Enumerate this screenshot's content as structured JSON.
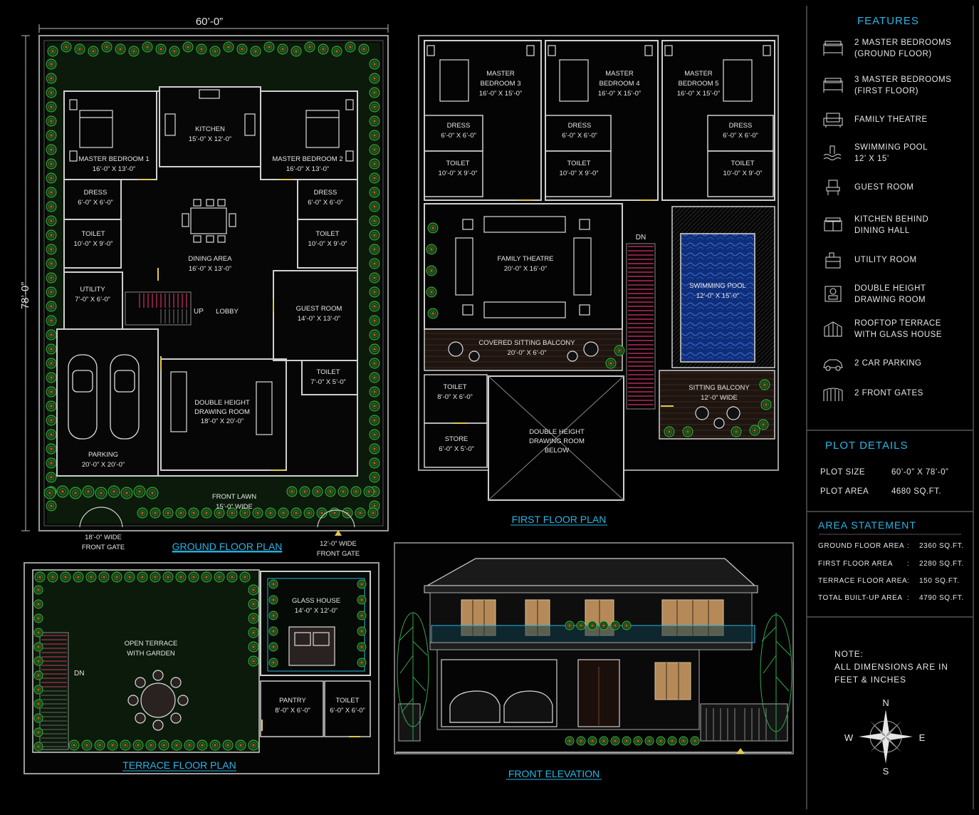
{
  "dimensions": {
    "width_label": "60’-0”",
    "depth_label": "78’-0”"
  },
  "ground_floor": {
    "title": "GROUND FLOOR PLAN",
    "rooms": [
      {
        "name": "KITCHEN",
        "size": "15’-0” X 12’-0”"
      },
      {
        "name": "MASTER BEDROOM 1",
        "size": "16’-0” X 13’-0”"
      },
      {
        "name": "MASTER BEDROOM 2",
        "size": "16’-0” X 13’-0”"
      },
      {
        "name": "DRESS",
        "size": "6’-0” X 6’-0”"
      },
      {
        "name": "DRESS",
        "size": "6’-0” X 6’-0”"
      },
      {
        "name": "TOILET",
        "size": "10’-0” X 9’-0”"
      },
      {
        "name": "TOILET",
        "size": "10’-0” X 9’-0”"
      },
      {
        "name": "DINING AREA",
        "size": "16’-0” X 13’-0”"
      },
      {
        "name": "UTILITY",
        "size": "7’-0” X 6’-0”"
      },
      {
        "name": "LOBBY",
        "size": ""
      },
      {
        "name": "GUEST ROOM",
        "size": "14’-0” X 13’-0”"
      },
      {
        "name": "TOILET",
        "size": "7’-0” X 5’-0”"
      },
      {
        "name": "DOUBLE HEIGHT DRAWING ROOM",
        "size": "18’-0” X 20’-0”"
      },
      {
        "name": "PARKING",
        "size": "20’-0” X 20’-0”"
      },
      {
        "name": "FRONT LAWN",
        "size": "15’-0” WIDE"
      }
    ],
    "stair_label": "UP",
    "gate_left": {
      "line1": "18’-0” WIDE",
      "line2": "FRONT GATE"
    },
    "gate_right": {
      "line1": "12’-0” WIDE",
      "line2": "FRONT GATE"
    }
  },
  "first_floor": {
    "title": "FIRST FLOOR PLAN",
    "rooms": [
      {
        "name": "MASTER BEDROOM 3",
        "size": "16’-0” X 15’-0”"
      },
      {
        "name": "MASTER BEDROOM 4",
        "size": "16’-0” X 15’-0”"
      },
      {
        "name": "MASTER BEDROOM 5",
        "size": "16’-0” X 15’-0”"
      },
      {
        "name": "DRESS",
        "size": "6’-0” X 6’-0”"
      },
      {
        "name": "DRESS",
        "size": "6’-0” X 6’-0”"
      },
      {
        "name": "DRESS",
        "size": "6’-0” X 6’-0”"
      },
      {
        "name": "TOILET",
        "size": "10’-0” X 9’-0”"
      },
      {
        "name": "TOILET",
        "size": "10’-0” X 9’-0”"
      },
      {
        "name": "TOILET",
        "size": "10’-0” X 9’-0”"
      },
      {
        "name": "FAMILY THEATRE",
        "size": "20’-0” X 16’-0”"
      },
      {
        "name": "SWIMMING POOL",
        "size": "12’-0” X 15’-0”"
      },
      {
        "name": "COVERED SITTING BALCONY",
        "size": "20’-0” X 6’-0”"
      },
      {
        "name": "TOILET",
        "size": "8’-0” X 6’-0”"
      },
      {
        "name": "STORE",
        "size": "6’-0” X 5’-0”"
      },
      {
        "name": "DOUBLE HEIGHT DRAWING ROOM BELOW",
        "size": ""
      },
      {
        "name": "SITTING BALCONY",
        "size": "12’-0” WIDE"
      }
    ],
    "stair_label": "DN"
  },
  "terrace_floor": {
    "title": "TERRACE FLOOR PLAN",
    "rooms": [
      {
        "name": "GLASS HOUSE",
        "size": "14’-0” X 12’-0”"
      },
      {
        "name": "OPEN TERRACE WITH GARDEN",
        "size": ""
      },
      {
        "name": "PANTRY",
        "size": "8’-0” X 6’-0”"
      },
      {
        "name": "TOILET",
        "size": "6’-0” X 6’-0”"
      }
    ],
    "stair_label": "DN"
  },
  "elevation": {
    "title": "FRONT ELEVATION"
  },
  "features": {
    "title": "FEATURES",
    "items": [
      {
        "icon": "bed-icon",
        "line1": "2 MASTER BEDROOMS",
        "line2": "(GROUND FLOOR)"
      },
      {
        "icon": "bed-icon",
        "line1": "3 MASTER BEDROOMS",
        "line2": "(FIRST FLOOR)"
      },
      {
        "icon": "armchair-icon",
        "line1": "FAMILY THEATRE",
        "line2": ""
      },
      {
        "icon": "pool-icon",
        "line1": "SWIMMING POOL",
        "line2": "12’ X 15’"
      },
      {
        "icon": "chair-icon",
        "line1": "GUEST ROOM",
        "line2": ""
      },
      {
        "icon": "stove-icon",
        "line1": "KITCHEN BEHIND",
        "line2": "DINING HALL"
      },
      {
        "icon": "utility-icon",
        "line1": "UTILITY ROOM",
        "line2": ""
      },
      {
        "icon": "frame-icon",
        "line1": "DOUBLE HEIGHT",
        "line2": "DRAWING ROOM"
      },
      {
        "icon": "glasshouse-icon",
        "line1": "ROOFTOP TERRACE",
        "line2": "WITH GLASS HOUSE"
      },
      {
        "icon": "car-icon",
        "line1": "2 CAR PARKING",
        "line2": ""
      },
      {
        "icon": "gate-icon",
        "line1": "2 FRONT GATES",
        "line2": ""
      }
    ]
  },
  "plot_details": {
    "title": "PLOT DETAILS",
    "rows": [
      {
        "label": "PLOT SIZE",
        "value": "60’-0” X 78’-0”"
      },
      {
        "label": "PLOT AREA",
        "value": "4680 SQ.FT."
      }
    ]
  },
  "area_statement": {
    "title": "AREA STATEMENT",
    "rows": [
      {
        "label": "GROUND FLOOR AREA",
        "value": "2360 SQ.FT."
      },
      {
        "label": "FIRST FLOOR AREA",
        "value": "2280 SQ.FT."
      },
      {
        "label": "TERRACE FLOOR AREA",
        "value": "150 SQ.FT."
      },
      {
        "label": "TOTAL BUILT-UP AREA",
        "value": "4790 SQ.FT."
      }
    ]
  },
  "note": {
    "line1": "NOTE:",
    "line2": "ALL DIMENSIONS ARE IN",
    "line3": "FEET & INCHES"
  },
  "compass": {
    "n": "N",
    "e": "E",
    "s": "S",
    "w": "W"
  },
  "colors": {
    "accent": "#29b6e6",
    "wall": "#cfcfcf",
    "garden": "#0d1f0d",
    "pool": "#123a8f",
    "stair": "#d3336b",
    "door": "#e3c84a"
  }
}
